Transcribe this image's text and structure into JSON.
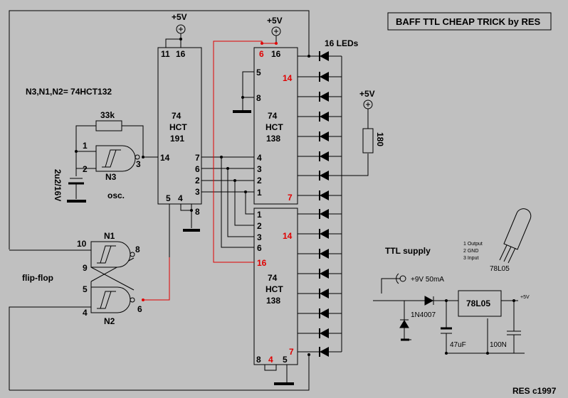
{
  "title": "BAFF TTL CHEAP TRICK by RES",
  "gate_type_note": "N3,N1,N2= 74HCT132",
  "leds_label": "16 LEDs",
  "copyright": "RES  c1997",
  "supply_label": "TTL supply",
  "vcc": "+5V",
  "osc_label": "osc.",
  "flipflop_label": "flip-flop",
  "resistor_33k": "33k",
  "capacitor_osc": "2u2/16V",
  "resistor_180": "180",
  "counter": {
    "l1": "74",
    "l2": "HCT",
    "l3": "191"
  },
  "decoder_top": {
    "l1": "74",
    "l2": "HCT",
    "l3": "138"
  },
  "decoder_bottom": {
    "l1": "74",
    "l2": "HCT",
    "l3": "138"
  },
  "gates": {
    "n3": "N3",
    "n1": "N1",
    "n2": "N2"
  },
  "supply": {
    "input": "+9V 50mA",
    "diode": "1N4007",
    "regulator": "78L05",
    "cap1": "47uF",
    "cap2": "100N",
    "out": "+5V",
    "pin_out": [
      "1  Output",
      "2  GND",
      "3  Input"
    ],
    "pkg_label": "78L05"
  },
  "pins": {
    "p11": "11",
    "p16a": "16",
    "p14a": "14",
    "p5a": "5",
    "p4a": "4",
    "p8a": "8",
    "p7": "7",
    "p6": "6",
    "p2": "2",
    "p3": "3",
    "t6": "6",
    "t16": "16",
    "t5": "5",
    "t14": "14",
    "t8": "8",
    "t4": "4",
    "t3": "3",
    "t2": "2",
    "t1": "1",
    "t7": "7",
    "b1": "1",
    "b2": "2",
    "b3": "3",
    "b14": "14",
    "b6": "6",
    "b16": "16",
    "b7": "7",
    "b8": "8",
    "b4": "4",
    "b5": "5",
    "g1": "1",
    "g2": "2",
    "g3": "3",
    "g10": "10",
    "g8": "8",
    "g9": "9",
    "g5": "5",
    "g6": "6",
    "g4": "4"
  }
}
